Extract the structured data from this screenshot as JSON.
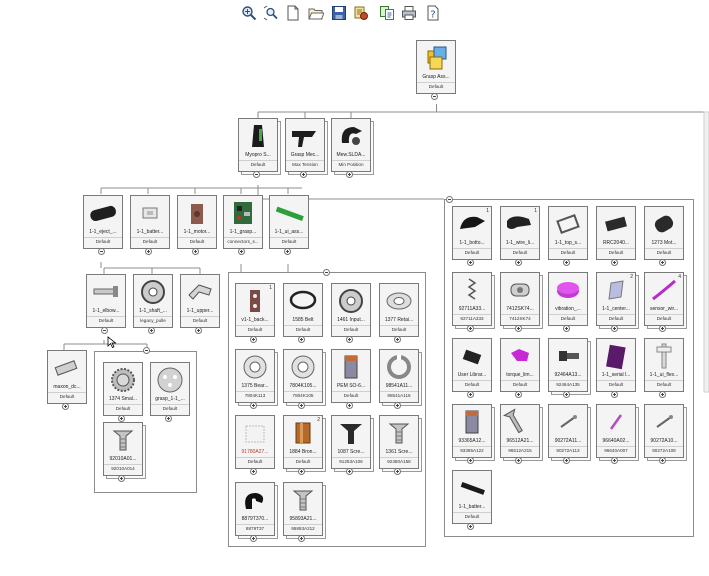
{
  "toolbar": [
    {
      "name": "zoom-fit-button",
      "icon": "zoom-fit-icon"
    },
    {
      "name": "zoom-area-button",
      "icon": "zoom-area-icon"
    },
    {
      "name": "new-button",
      "icon": "new-document-icon"
    },
    {
      "name": "open-button",
      "icon": "open-folder-icon"
    },
    {
      "name": "save-button",
      "icon": "save-icon"
    },
    {
      "name": "options-button",
      "icon": "options-icon"
    },
    {
      "name": "copy-button",
      "icon": "copy-icon"
    },
    {
      "name": "print-button",
      "icon": "print-icon"
    },
    {
      "name": "help-button",
      "icon": "help-icon"
    }
  ],
  "nodes": {
    "root": {
      "label": "Grasp Ass...",
      "config": "Default",
      "icon": "assembly"
    },
    "a1": {
      "label": "Myopro S...",
      "config": "Default",
      "icon": "black-orthosis"
    },
    "a2": {
      "label": "Grasp Mec...",
      "config": "Max Tension",
      "icon": "black-mechanism"
    },
    "a3": {
      "label": "Mew.SLDA...",
      "config": "Min Position",
      "icon": "black-clamp"
    },
    "b1": {
      "label": "1-1_eject_...",
      "config": "Default",
      "icon": "black-housing"
    },
    "b2": {
      "label": "1-1_batter...",
      "config": "Default",
      "icon": "grey-chip"
    },
    "b3": {
      "label": "1-1_motor...",
      "config": "Default",
      "icon": "motor-bracket"
    },
    "b4": {
      "label": "1-1_grasp...",
      "config": "connectors_s...",
      "icon": "circuit-board"
    },
    "b5": {
      "label": "1-1_ui_ass...",
      "config": "Default",
      "icon": "green-bar"
    },
    "c1": {
      "label": "1-1_elbow...",
      "config": "Default",
      "icon": "shaft"
    },
    "c2": {
      "label": "1-1_shaft_...",
      "config": "legacy_pulle",
      "icon": "pulley"
    },
    "c3": {
      "label": "1-1_upper...",
      "config": "Default",
      "icon": "bracket"
    },
    "d0": {
      "label": "maxon_dc...",
      "config": "Default",
      "icon": "motor"
    },
    "d1": {
      "label": "1374 Smal...",
      "config": "Default",
      "icon": "gear"
    },
    "d2": {
      "label": "grasp_1-1_...",
      "config": "Default",
      "icon": "gear-plate"
    },
    "d3": {
      "label": "92010A01...",
      "config": "92010A014",
      "icon": "screw"
    },
    "m1": {
      "label": "v1-1_back...",
      "config": "Default",
      "icon": "bracket-red",
      "badge": "1"
    },
    "m2": {
      "label": "1585 Belt",
      "config": "Default",
      "icon": "belt"
    },
    "m3": {
      "label": "1461 Input...",
      "config": "Default",
      "icon": "pulley"
    },
    "m4": {
      "label": "1377 Retai...",
      "config": "Default",
      "icon": "ring"
    },
    "m5": {
      "label": "1375 Bear...",
      "config": "7804K113",
      "icon": "bearing"
    },
    "m6": {
      "label": "7804K105...",
      "config": "7804K105",
      "icon": "bearing"
    },
    "m7": {
      "label": "PEM SO-6...",
      "config": "Default",
      "icon": "standoff"
    },
    "m8": {
      "label": "98541A11...",
      "config": "98541A116",
      "icon": "snap-ring"
    },
    "m9": {
      "label": "91780A27...",
      "config": "Default",
      "icon": "white-block",
      "red": true
    },
    "m10": {
      "label": "1884 Bron...",
      "config": "Default",
      "icon": "bronze-bushing",
      "badge": "2"
    },
    "m11": {
      "label": "1087 Scre...",
      "config": "91253A106",
      "icon": "flat-screw"
    },
    "m12": {
      "label": "1361 Scre...",
      "config": "92380A158",
      "icon": "screw"
    },
    "m13": {
      "label": "8879T370...",
      "config": "8879T37",
      "icon": "cable-clamp"
    },
    "m14": {
      "label": "95893A21...",
      "config": "95893A212",
      "icon": "screw"
    },
    "r1": {
      "label": "1-1_botto...",
      "config": "Default",
      "icon": "black-shell",
      "badge": "1"
    },
    "r2": {
      "label": "1-1_wire_li...",
      "config": "Default",
      "icon": "black-cover",
      "badge": "1"
    },
    "r3": {
      "label": "1-1_top_s...",
      "config": "Default",
      "icon": "frame"
    },
    "r4": {
      "label": "RRC2040...",
      "config": "Default",
      "icon": "battery"
    },
    "r5": {
      "label": "1273 Mot...",
      "config": "Default",
      "icon": "motor-cyl"
    },
    "r6": {
      "label": "92711A33...",
      "config": "92711A333",
      "icon": "spring"
    },
    "r7": {
      "label": "7412SK74...",
      "config": "7412SK74",
      "icon": "coupler"
    },
    "r8": {
      "label": "vibration_...",
      "config": "Default",
      "icon": "vibration-magenta"
    },
    "r9": {
      "label": "1-1_center...",
      "config": "Default",
      "icon": "gray-bar",
      "badge": "2"
    },
    "r10": {
      "label": "sensor_wir...",
      "config": "Default",
      "icon": "wire-magenta",
      "badge": "4"
    },
    "r11": {
      "label": "User Librar...",
      "config": "Default",
      "icon": "black-box"
    },
    "r12": {
      "label": "torque_lim...",
      "config": "Default",
      "icon": "magenta-part"
    },
    "r13": {
      "label": "92464A13...",
      "config": "92464A135",
      "icon": "bolt"
    },
    "r14": {
      "label": "1-1_serial l...",
      "config": "Default",
      "icon": "purple-panel"
    },
    "r15": {
      "label": "1-1_ui_flex...",
      "config": "Default",
      "icon": "flex-part"
    },
    "r16": {
      "label": "93365A12...",
      "config": "93365A122",
      "icon": "standoff"
    },
    "r17": {
      "label": "96512A21...",
      "config": "96512A215",
      "icon": "long-screw"
    },
    "r18": {
      "label": "90272A11...",
      "config": "90272A113",
      "icon": "tiny-screw"
    },
    "r19": {
      "label": "96640A02...",
      "config": "96640A007",
      "icon": "pin"
    },
    "r20": {
      "label": "90272A10...",
      "config": "90272A108",
      "icon": "tiny-screw"
    },
    "r21": {
      "label": "1-1_batter...",
      "config": "Default",
      "icon": "black-strip"
    }
  }
}
